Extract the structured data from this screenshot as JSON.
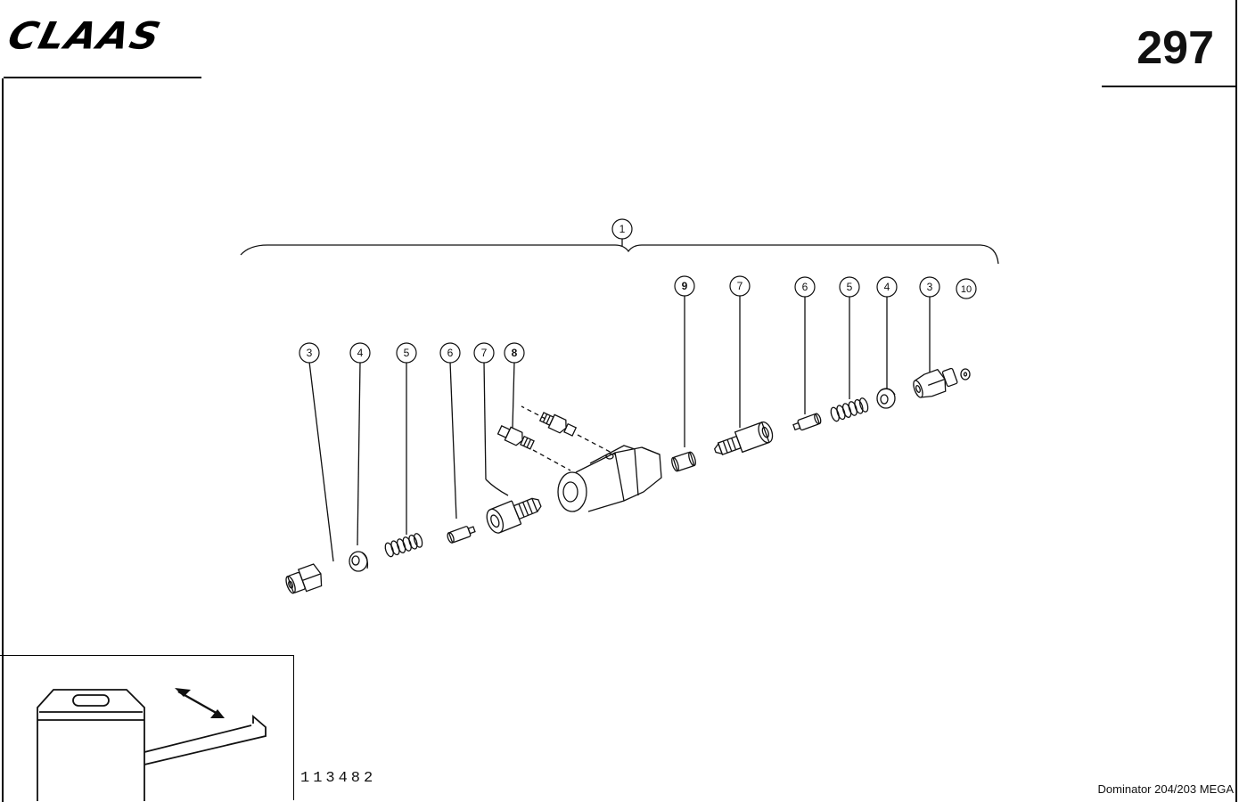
{
  "header": {
    "brand": "CLAAS",
    "page_number": "297"
  },
  "footer": {
    "drawing_number": "113482",
    "model": "Dominator 204/203 MEGA"
  },
  "callouts": {
    "assembly": "1",
    "left": [
      "3",
      "4",
      "5",
      "6",
      "7",
      "8"
    ],
    "right": [
      "9",
      "7",
      "6",
      "5",
      "4",
      "3",
      "10"
    ]
  },
  "colors": {
    "ink": "#111111",
    "paper": "#ffffff"
  }
}
